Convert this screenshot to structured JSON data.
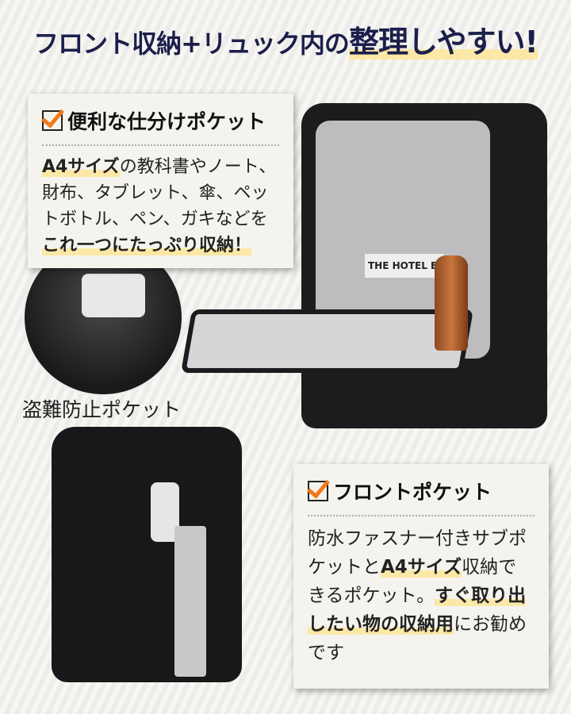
{
  "headline": {
    "part1": "フロント収納+リュック内の",
    "part2": "整理しやすい!"
  },
  "feature_organizer": {
    "title": "便利な仕分けポケット",
    "body_hl1": "A4サイズ",
    "body_text": "の教科書やノート、財布、タブレット、傘、ペットボトル、ペン、ガキなどを",
    "body_hl2": "これ一つにたっぷり収納！"
  },
  "anti_theft": {
    "caption": "盗難防止ポケット"
  },
  "feature_front": {
    "title": "フロントポケット",
    "t1": "防水ファスナー付きサブポケットと",
    "hl1": "A4サイズ",
    "t2": "収納できるポケット。",
    "hl2": "すぐ取り出したい物の収納用",
    "t3": "にお勧めです"
  },
  "photo": {
    "book_label": "THE HOTEL E"
  },
  "colors": {
    "accent": "#f07a1a",
    "title": "#1b1f4a",
    "highlight": "#fbe8a6"
  }
}
